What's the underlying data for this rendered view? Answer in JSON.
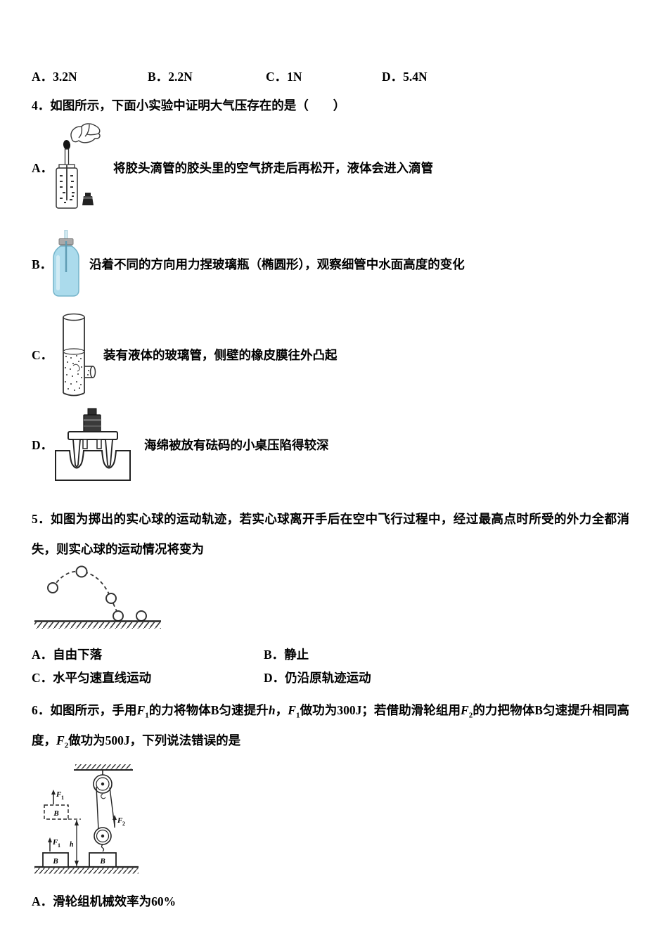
{
  "q3_answers": {
    "options": [
      {
        "label": "A．",
        "text": "3.2N"
      },
      {
        "label": "B．",
        "text": "2.2N"
      },
      {
        "label": "C．",
        "text": "1N"
      },
      {
        "label": "D．",
        "text": "5.4N"
      }
    ]
  },
  "q4": {
    "stem": "4．如图所示，下面小实验中证明大气压存在的是（　　）",
    "options": [
      {
        "label": "A．",
        "text": "将胶头滴管的胶头里的空气挤走后再松开，液体会进入滴管",
        "figure": "hand-squeezing-dropper-into-bottle"
      },
      {
        "label": "B．",
        "text": "沿着不同的方向用力捏玻璃瓶（椭圆形），观察细管中水面高度的变化",
        "figure": "blue-glass-bottle-with-thin-tube"
      },
      {
        "label": "C．",
        "text": "装有液体的玻璃管，侧壁的橡皮膜往外凸起",
        "figure": "glass-tube-with-bulging-side-membrane"
      },
      {
        "label": "D．",
        "text": "海绵被放有砝码的小桌压陷得较深",
        "figure": "sponge-dented-by-table-with-weight"
      }
    ]
  },
  "q5": {
    "stem": "5．如图为掷出的实心球的运动轨迹，若实心球离开手后在空中飞行过程中，经过最高点时所受的外力全都消失，则实心球的运动情况将变为",
    "figure": "projectile-trajectory-of-ball",
    "options": [
      {
        "label": "A．",
        "text": "自由下落"
      },
      {
        "label": "B．",
        "text": "静止"
      },
      {
        "label": "C．",
        "text": "水平匀速直线运动"
      },
      {
        "label": "D．",
        "text": "仍沿原轨迹运动"
      }
    ]
  },
  "q6": {
    "stem": [
      "6．如图所示，手用",
      "F",
      "1",
      "的力将物体B匀速提升",
      "h",
      "，",
      "F",
      "1",
      "做功为300J；若借助滑轮组用",
      "F",
      "2",
      "的力把物体B匀速提升相同高度，",
      "F",
      "2",
      "做功为500J，下列说法错误的是"
    ],
    "figure": "pulley-system-lifting-block-B",
    "fig": {
      "f1": "F",
      "f1sub": "1",
      "f2": "F",
      "f2sub": "2",
      "h": "h",
      "block": "B"
    },
    "options": [
      {
        "label": "A．",
        "text": "滑轮组机械效率为60%"
      }
    ]
  },
  "colors": {
    "text": "#000000",
    "line_art": "#2b2b2b",
    "bottle_fill": "#abdbec",
    "bottle_stroke": "#74b4ca",
    "cap_gray": "#a9a9a9",
    "dark_fill": "#2e2e2e"
  }
}
